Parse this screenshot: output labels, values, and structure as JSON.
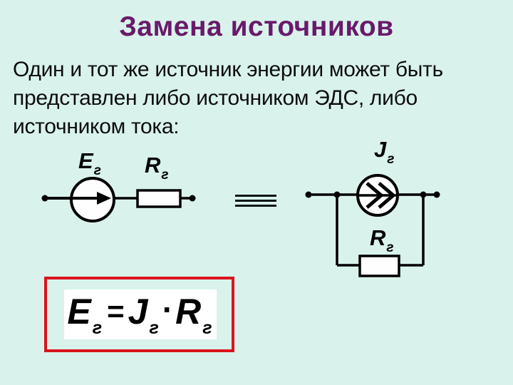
{
  "title": "Замена источников",
  "body": {
    "lines": [
      "Один и тот же источник энергии может быть",
      "представлен либо источником ЭДС, либо",
      "источником тока:"
    ]
  },
  "circuits": {
    "emf": {
      "source_label": {
        "main": "E",
        "sub": "г"
      },
      "resistor_label": {
        "main": "R",
        "sub": "г"
      }
    },
    "current": {
      "source_label": {
        "main": "J",
        "sub": "г"
      },
      "resistor_label": {
        "main": "R",
        "sub": "г"
      }
    }
  },
  "equivalence_symbol": "≡",
  "formula": {
    "lhs": {
      "main": "E",
      "sub": "г"
    },
    "equals": "=",
    "rhs1": {
      "main": "J",
      "sub": "г"
    },
    "dot": "·",
    "rhs2": {
      "main": "R",
      "sub": "г"
    }
  },
  "colors": {
    "background": "#d9f2ec",
    "title": "#6a1a6a",
    "text": "#0d0d0d",
    "line": "#000000",
    "frame_red": "#da141e",
    "white": "#ffffff"
  }
}
